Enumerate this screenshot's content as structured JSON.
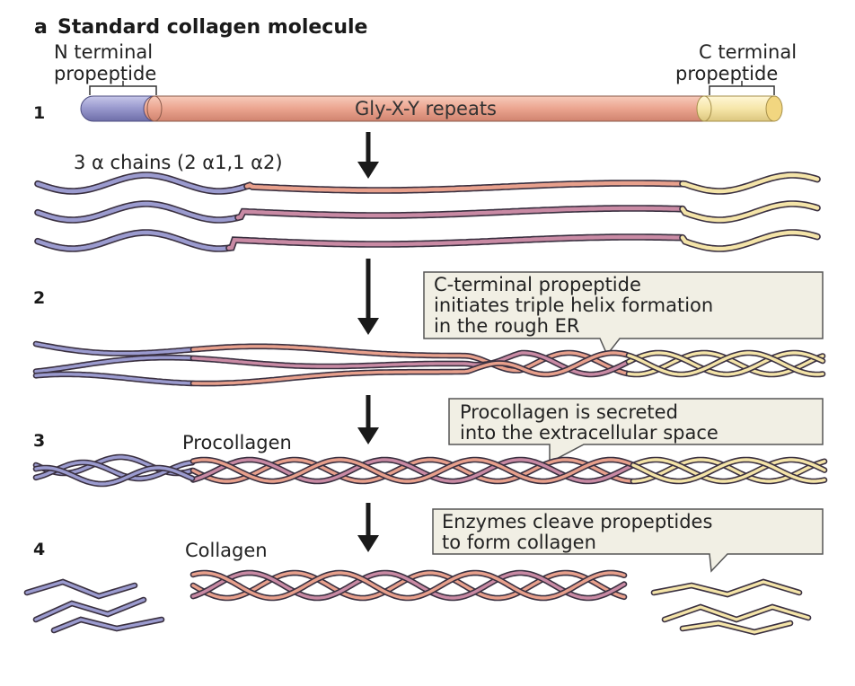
{
  "panel_letter": "a",
  "title": "Standard collagen molecule",
  "n_terminal": {
    "line1": "N terminal",
    "line2": "propeptide"
  },
  "c_terminal": {
    "line1": "C terminal",
    "line2": "propeptide"
  },
  "bar_label": "Gly-X-Y repeats",
  "chains_label": "3 α chains (2 α1,1 α2)",
  "steps": [
    "1",
    "2",
    "3",
    "4"
  ],
  "callout2": {
    "line1": "C-terminal propeptide",
    "line2": "initiates triple helix formation",
    "line3": "in the rough ER"
  },
  "callout3": {
    "line1": "Procollagen is secreted",
    "line2": "into the extracellular space"
  },
  "callout4": {
    "line1": "Enzymes cleave propeptides",
    "line2": "to form collagen"
  },
  "procollagen_label": "Procollagen",
  "collagen_label": "Collagen",
  "colors": {
    "n_terminal": "#9b9bcf",
    "helix": "#e8a08c",
    "helix_alt": "#c98aa4",
    "c_terminal": "#f4e4a8",
    "callout_fill": "#f1efe4",
    "arrow": "#1a1a1a"
  }
}
